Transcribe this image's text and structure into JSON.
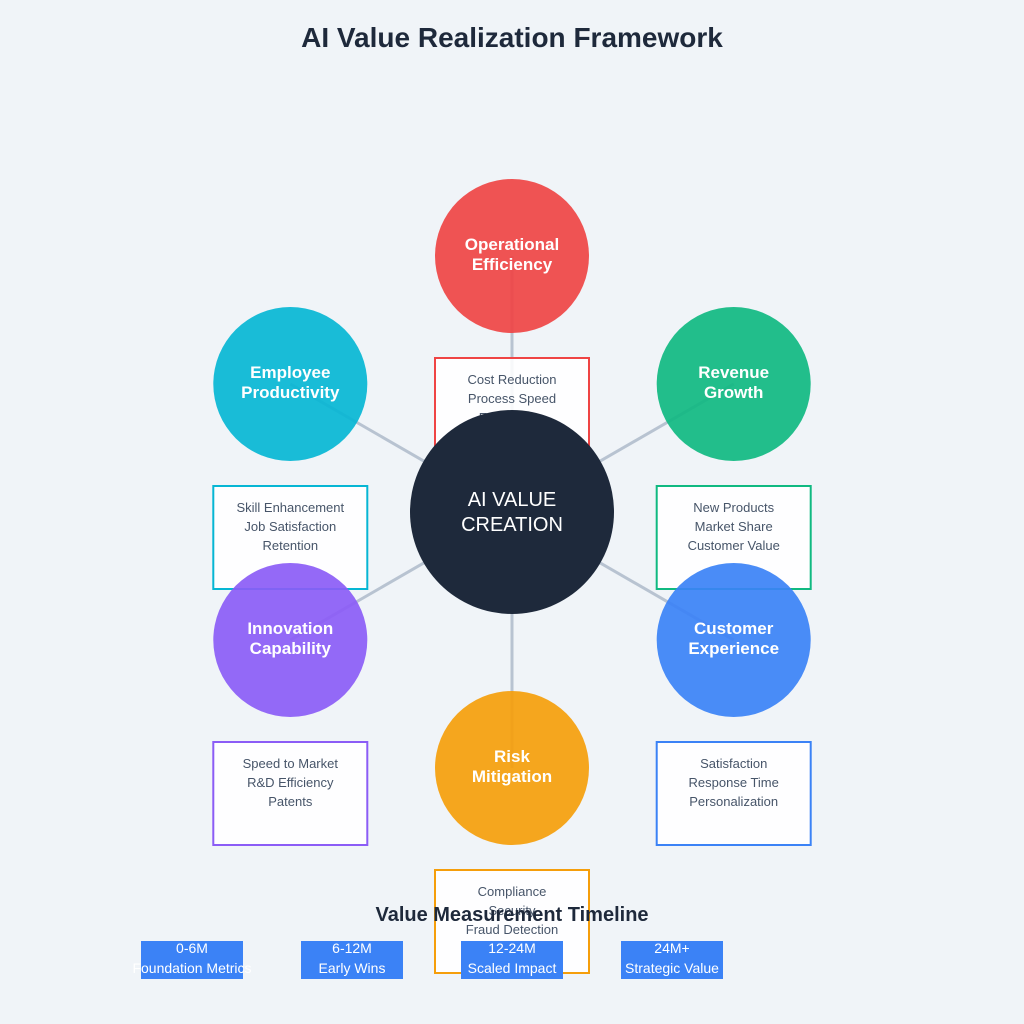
{
  "title": "AI Value Realization Framework",
  "hub": {
    "lines": [
      "AI VALUE",
      "CREATION"
    ],
    "color": "#1e293b"
  },
  "pillars": [
    {
      "id": "operational",
      "lines": [
        "Operational",
        "Efficiency"
      ],
      "color": "#ef4444",
      "metrics": [
        "Cost Reduction",
        "Process Speed",
        "Error Rates"
      ]
    },
    {
      "id": "revenue",
      "lines": [
        "Revenue",
        "Growth"
      ],
      "color": "#10b981",
      "metrics": [
        "New Products",
        "Market Share",
        "Customer Value"
      ]
    },
    {
      "id": "customer",
      "lines": [
        "Customer",
        "Experience"
      ],
      "color": "#3b82f6",
      "metrics": [
        "Satisfaction",
        "Response Time",
        "Personalization"
      ]
    },
    {
      "id": "risk",
      "lines": [
        "Risk",
        "Mitigation"
      ],
      "color": "#f59e0b",
      "metrics": [
        "Compliance",
        "Security",
        "Fraud Detection"
      ]
    },
    {
      "id": "innovation",
      "lines": [
        "Innovation",
        "Capability"
      ],
      "color": "#8b5cf6",
      "metrics": [
        "Speed to Market",
        "R&D Efficiency",
        "Patents"
      ]
    },
    {
      "id": "employee",
      "lines": [
        "Employee",
        "Productivity"
      ],
      "color": "#06b6d4",
      "metrics": [
        "Skill Enhancement",
        "Job Satisfaction",
        "Retention"
      ]
    }
  ],
  "timeline": {
    "title": "Value Measurement Timeline",
    "color": "#3b82f6",
    "phases": [
      {
        "period": "0-6M",
        "label": "Foundation Metrics"
      },
      {
        "period": "6-12M",
        "label": "Early Wins"
      },
      {
        "period": "12-24M",
        "label": "Scaled Impact"
      },
      {
        "period": "24M+",
        "label": "Strategic Value"
      }
    ]
  },
  "colors": {
    "connector": "#94a3b8",
    "background": "#f0f4f8"
  }
}
